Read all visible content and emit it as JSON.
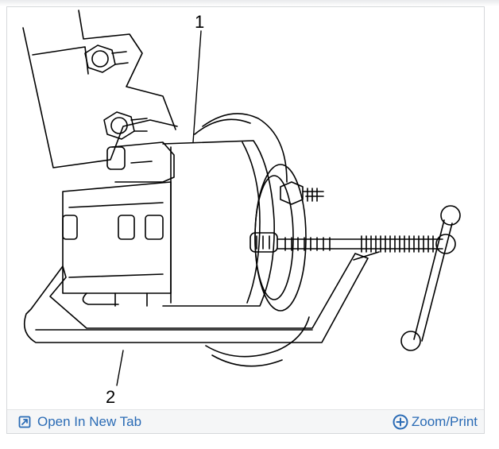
{
  "figure": {
    "callouts": [
      "1",
      "2"
    ]
  },
  "footer": {
    "open_label": "Open In New Tab",
    "zoom_label": "Zoom/Print"
  },
  "icons": {
    "open": "open-new-tab-icon",
    "zoom": "zoom-plus-icon"
  },
  "colors": {
    "link": "#2a6bb5",
    "footer_bg": "#f5f6f7"
  }
}
